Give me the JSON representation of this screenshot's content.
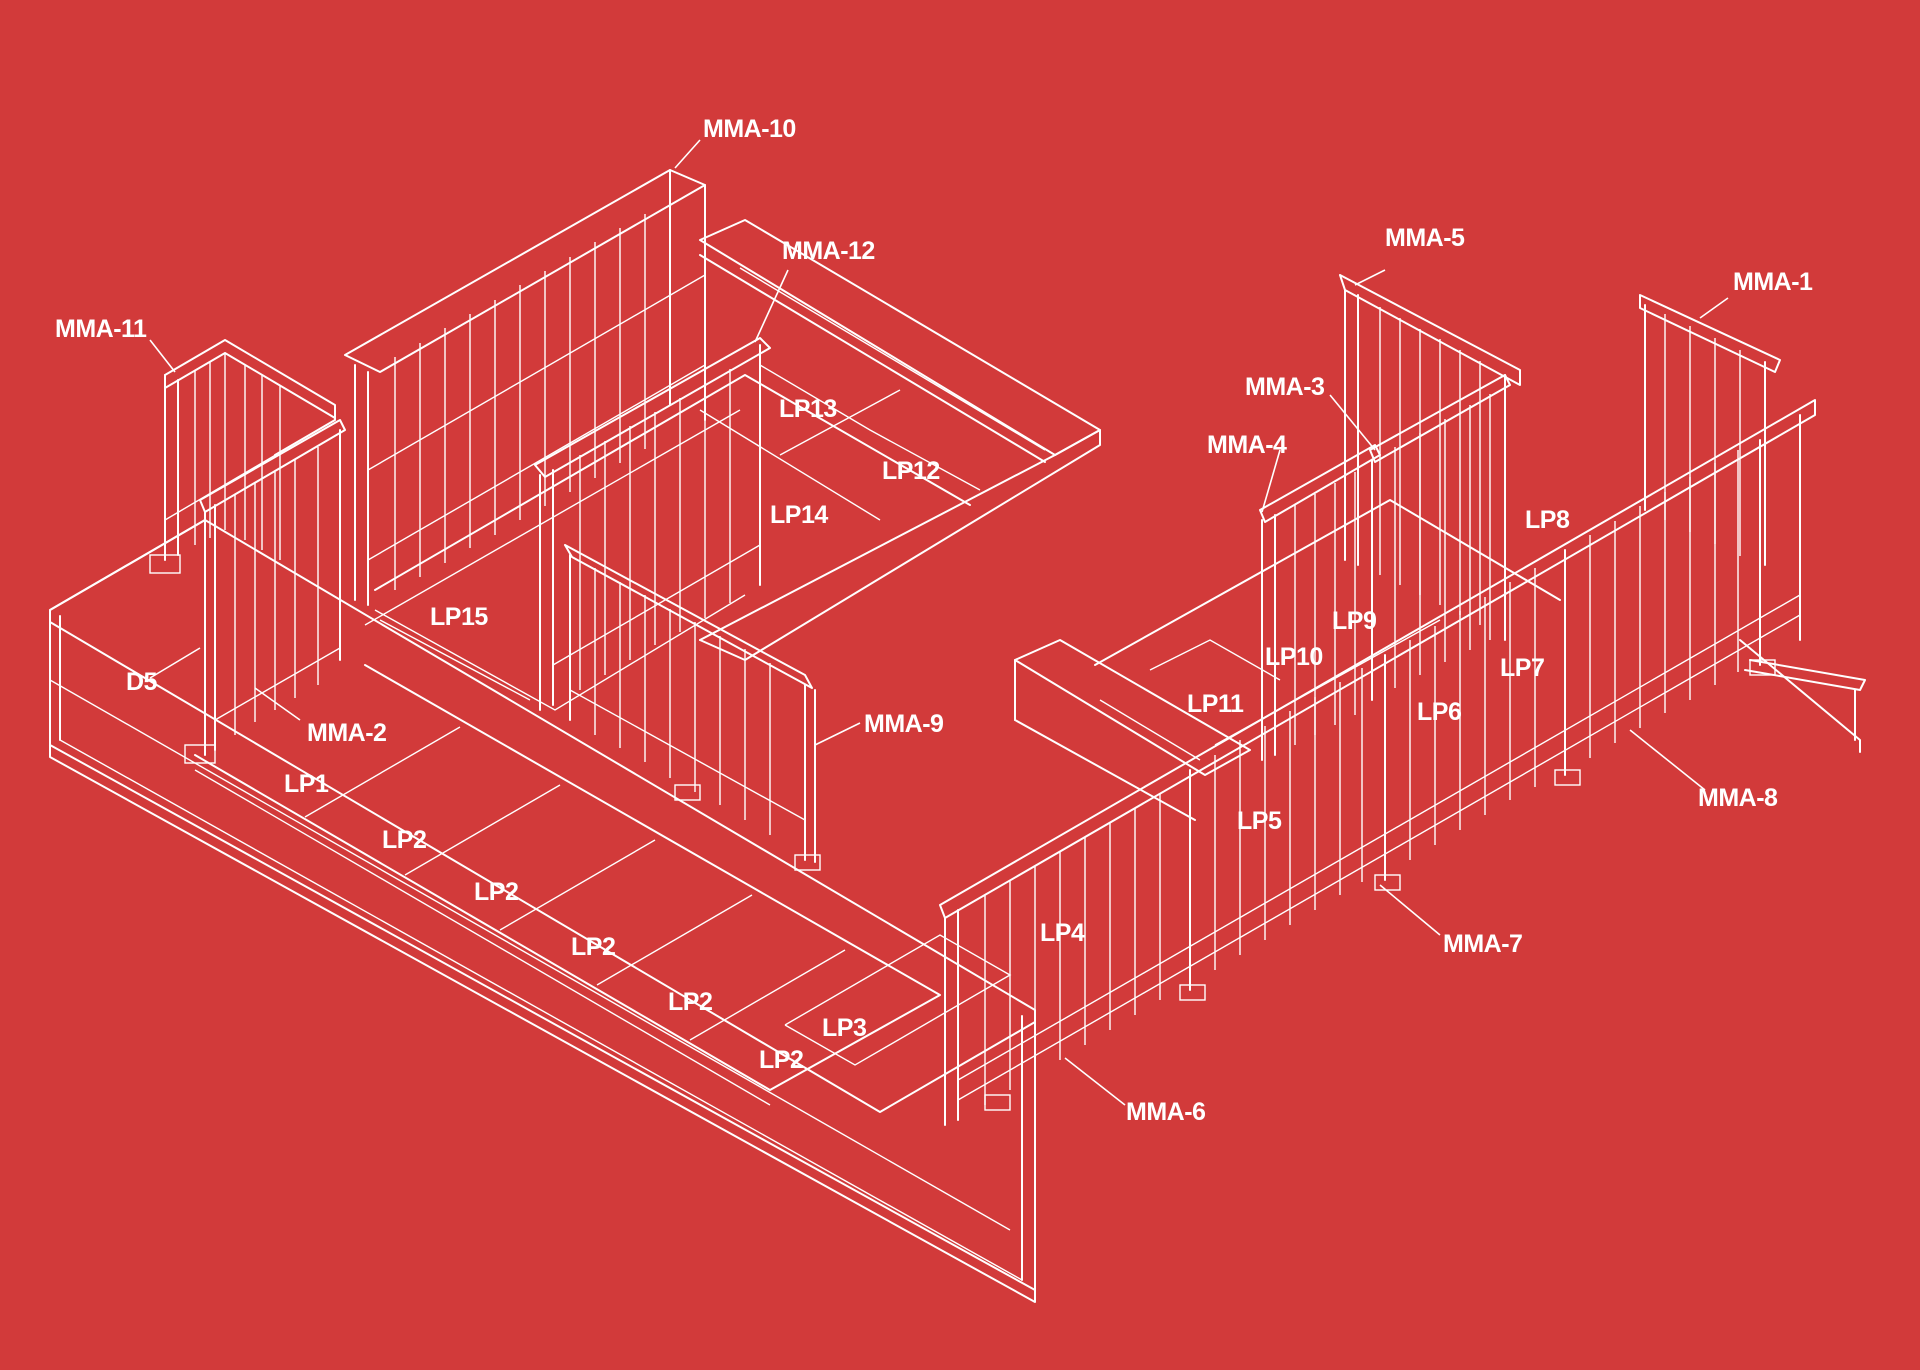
{
  "colors": {
    "background": "#d23a3a",
    "linework": "#ffffff"
  },
  "labels": {
    "mma_1": "MMA-1",
    "mma_2": "MMA-2",
    "mma_3": "MMA-3",
    "mma_4": "MMA-4",
    "mma_5": "MMA-5",
    "mma_6": "MMA-6",
    "mma_7": "MMA-7",
    "mma_8": "MMA-8",
    "mma_9": "MMA-9",
    "mma_10": "MMA-10",
    "mma_11": "MMA-11",
    "mma_12": "MMA-12",
    "d5": "D5",
    "lp1": "LP1",
    "lp2": "LP2",
    "lp3": "LP3",
    "lp4": "LP4",
    "lp5": "LP5",
    "lp6": "LP6",
    "lp7": "LP7",
    "lp8": "LP8",
    "lp9": "LP9",
    "lp10": "LP10",
    "lp11": "LP11",
    "lp12": "LP12",
    "lp13": "LP13",
    "lp14": "LP14",
    "lp15": "LP15"
  }
}
